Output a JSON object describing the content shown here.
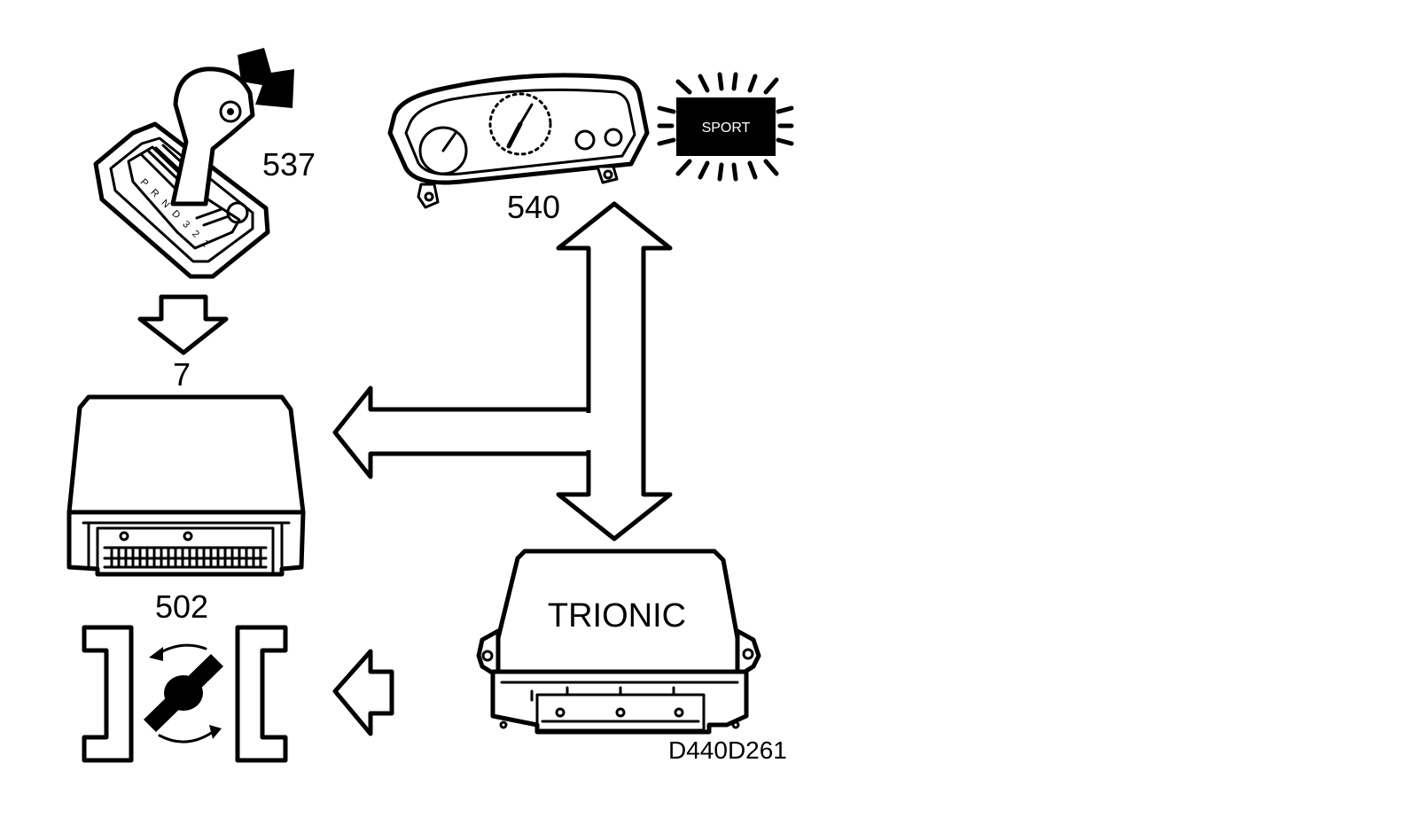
{
  "labels": {
    "gear_selector": "537",
    "gear_selector_positions": "P R N D 3 2 1",
    "instrument_cluster": "540",
    "sport_indicator": "SPORT",
    "tcm_input": "7",
    "tcm": "502",
    "engine_ecu": "TRIONIC",
    "drawing_id": "D440D261"
  },
  "colors": {
    "ink": "#000000",
    "background": "#ffffff",
    "sport_lamp_bg": "#000000",
    "sport_lamp_text": "#ffffff"
  }
}
